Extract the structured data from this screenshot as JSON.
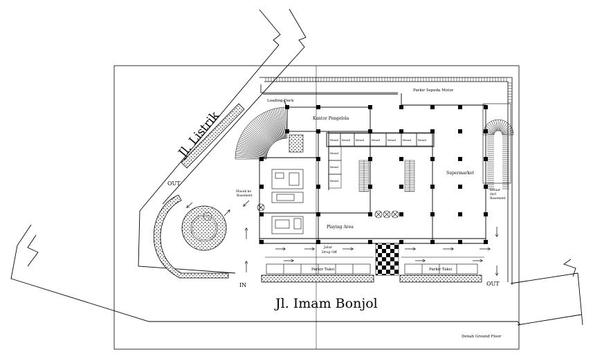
{
  "streets": {
    "listrik": "Jl. Listrik",
    "imam_bonjol": "Jl. Imam Bonjol"
  },
  "rooms": {
    "kantor": "Kantor Pengelola",
    "supermarket": "Supermarket",
    "playing_area": "Playing Area",
    "retail": "Retail"
  },
  "labels": {
    "loading_dock": "Loading Dock",
    "parkir_sepeda_motor": "Parkir Sepeda Motor",
    "masuk_basement": [
      "Masuk ke",
      "Basement"
    ],
    "keluar_basement": [
      "Keluar",
      "dari",
      "Basement"
    ],
    "jalur_drop_off": [
      "Jalur",
      "Drop Off"
    ],
    "parkir_taksi": "Parkir Taksi",
    "out_left": "OUT",
    "out_right": "OUT",
    "in": "IN",
    "plan_title": "Denah Ground Floor"
  }
}
